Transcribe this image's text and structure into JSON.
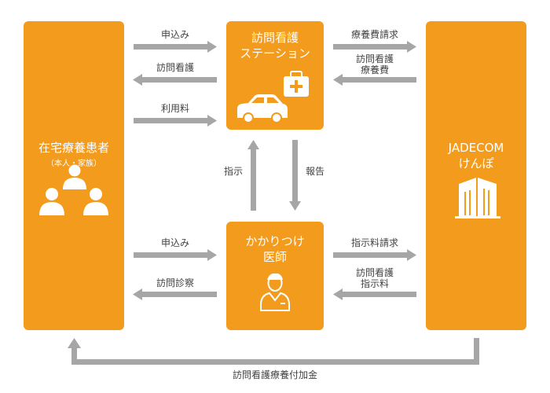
{
  "colors": {
    "box": "#f39b1d",
    "arrow": "#a6a6a6",
    "icon": "#ffffff",
    "text": "#444444"
  },
  "patient": {
    "title": "在宅療養患者",
    "subtitle": "（本人・家族）",
    "icon": "people-group-icon"
  },
  "station": {
    "title_line1": "訪問看護",
    "title_line2": "ステーション",
    "icons": [
      "medical-kit-icon",
      "car-icon"
    ]
  },
  "doctor": {
    "title_line1": "かかりつけ",
    "title_line2": "医師",
    "icon": "doctor-icon"
  },
  "kenpo": {
    "title_line1": "JADECOM",
    "title_line2": "けんぽ",
    "icon": "building-icon"
  },
  "arrows": {
    "patient_to_station_apply": "申込み",
    "station_to_patient_nursing": "訪問看護",
    "patient_to_station_fee": "利用料",
    "station_to_kenpo_claim": "療養費請求",
    "kenpo_to_station_line1": "訪問看護",
    "kenpo_to_station_line2": "療養費",
    "doctor_to_station": "指示",
    "station_to_doctor": "報告",
    "patient_to_doctor_apply": "申込み",
    "doctor_to_patient_visit": "訪問診察",
    "doctor_to_kenpo_claim": "指示料請求",
    "kenpo_to_doctor_line1": "訪問看護",
    "kenpo_to_doctor_line2": "指示料",
    "kenpo_to_patient_bottom": "訪問看護療養付加金"
  }
}
